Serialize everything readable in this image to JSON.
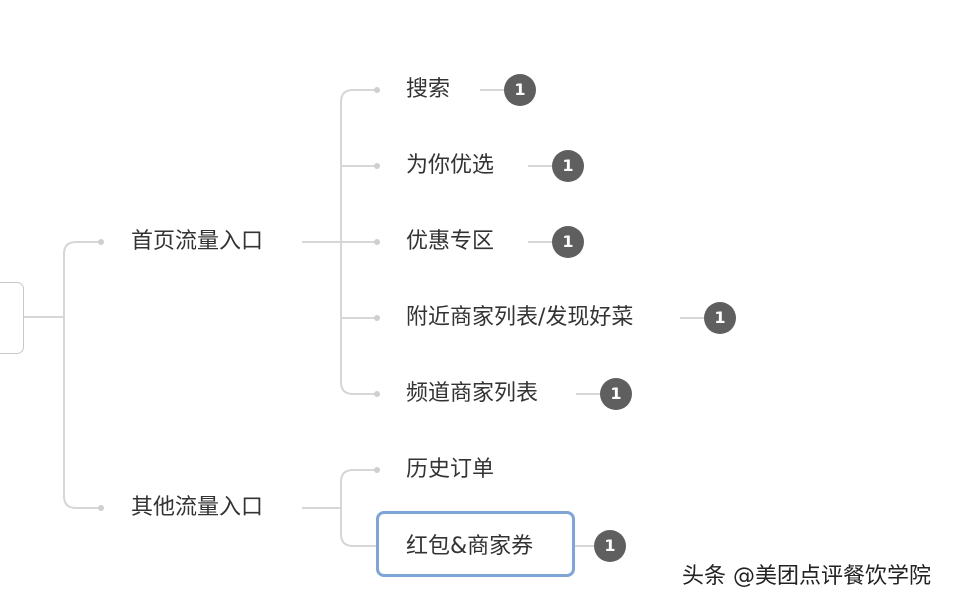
{
  "mindmap": {
    "branches": [
      {
        "label": "首页流量入口",
        "children": [
          {
            "label": "搜索",
            "badge": "1"
          },
          {
            "label": "为你优选",
            "badge": "1"
          },
          {
            "label": "优惠专区",
            "badge": "1"
          },
          {
            "label": "附近商家列表/发现好菜",
            "badge": "1"
          },
          {
            "label": "频道商家列表",
            "badge": "1"
          }
        ]
      },
      {
        "label": "其他流量入口",
        "children": [
          {
            "label": "历史订单"
          },
          {
            "label": "红包&商家券",
            "badge": "1"
          }
        ]
      }
    ]
  },
  "watermark": "头条 @美团点评餐饮学院"
}
